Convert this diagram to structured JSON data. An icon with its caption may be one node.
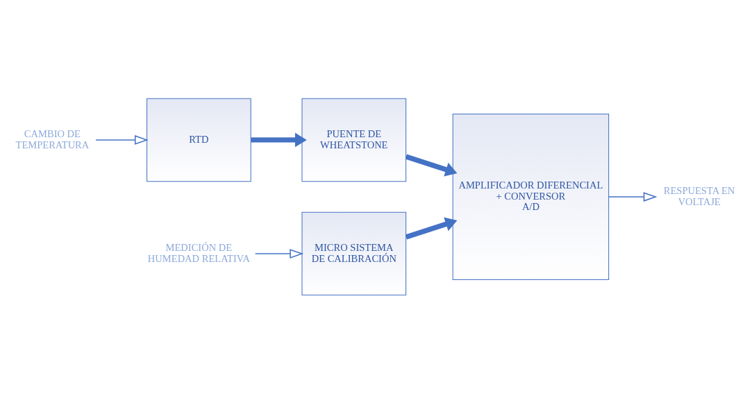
{
  "diagram": {
    "nodes": [
      {
        "text": [
          "CAMBIO DE TEMPERATURA"
        ]
      },
      {
        "text": [
          "RTD"
        ]
      },
      {
        "text": [
          "PUENTE DE WHEATSTONE"
        ]
      },
      {
        "text": [
          "MICRO SISTEMA DE CALIBRACIÓN"
        ]
      },
      {
        "text": [
          "AMPLIFICADOR DIFERENCIAL + CONVERSOR A/D"
        ]
      },
      {
        "text": [
          "MEDICIÓN DE HUMEDAD RELATIVA"
        ]
      },
      {
        "text": [
          "RESPUESTA EN VOLTAJE"
        ]
      }
    ],
    "edges": [
      {
        "from": 0,
        "to": 1,
        "arrow": "to"
      },
      {
        "from": 1,
        "to": 2,
        "arrow": "to",
        "style": "thick"
      },
      {
        "from": 2,
        "to": 4,
        "arrow": "to",
        "style": "thick"
      },
      {
        "from": 3,
        "to": 4,
        "arrow": "to",
        "style": "thick"
      },
      {
        "from": 5,
        "to": 3,
        "arrow": "to"
      },
      {
        "from": 4,
        "to": 6,
        "arrow": "to"
      }
    ]
  }
}
